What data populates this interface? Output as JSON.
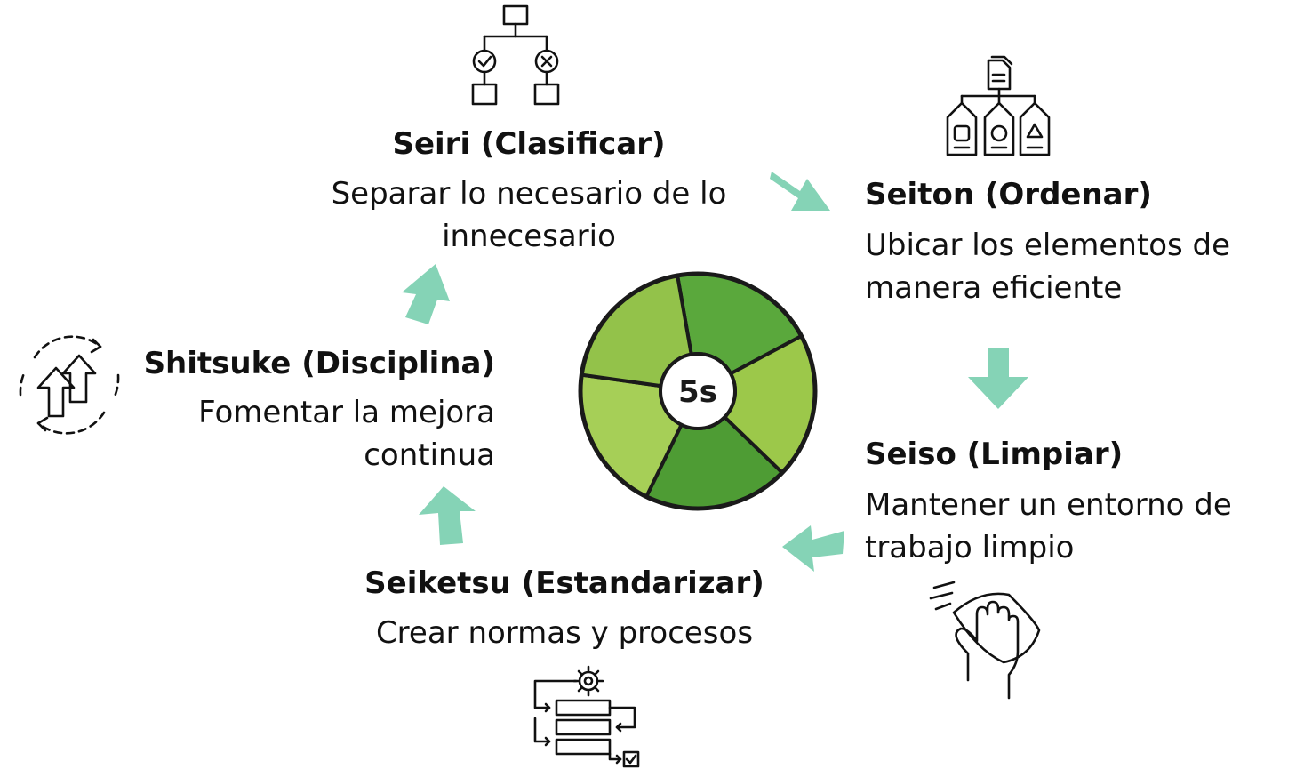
{
  "accent_color": "#85d3b6",
  "wheel": {
    "label": "5s",
    "colors": [
      "#5aa83c",
      "#9cc84a",
      "#4e9c34",
      "#a6cf57",
      "#93c24a"
    ]
  },
  "steps": {
    "seiri": {
      "title": "Seiri (Clasificar)",
      "description": "Separar lo necesario de lo innecesario",
      "icon": "decision-tree-icon"
    },
    "seiton": {
      "title": "Seiton (Ordenar)",
      "description": "Ubicar los elementos de manera eficiente",
      "icon": "hierarchy-icon"
    },
    "seiso": {
      "title": "Seiso (Limpiar)",
      "description": "Mantener un entorno de trabajo limpio",
      "icon": "cleaning-hand-icon"
    },
    "seiketsu": {
      "title": "Seiketsu (Estandarizar)",
      "description": "Crear normas y procesos",
      "icon": "process-settings-icon"
    },
    "shitsuke": {
      "title": "Shitsuke (Disciplina)",
      "description": "Fomentar la mejora continua",
      "icon": "continuous-improvement-icon"
    }
  }
}
